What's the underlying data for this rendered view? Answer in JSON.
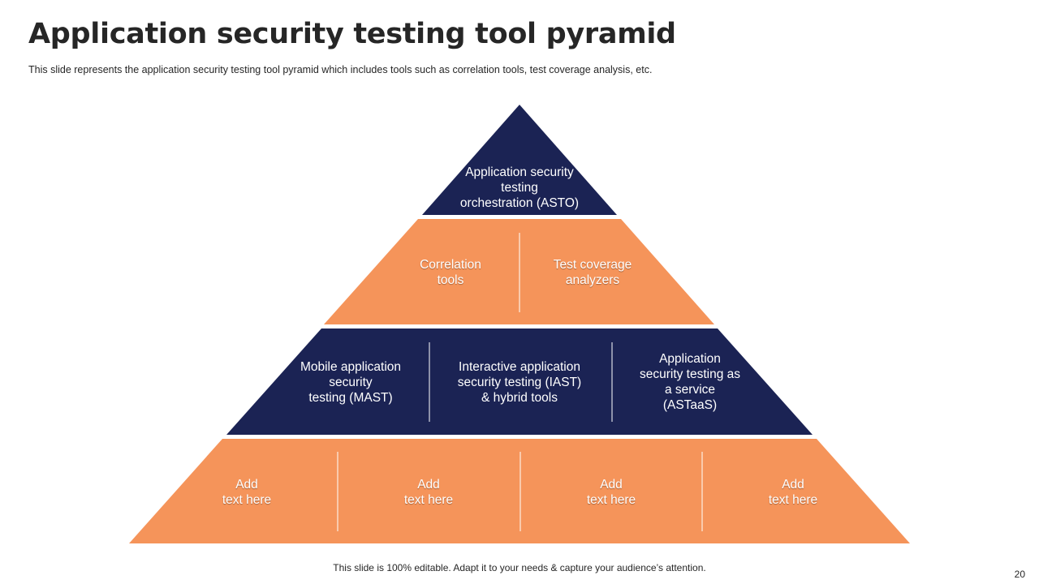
{
  "slide": {
    "title": "Application security testing tool pyramid",
    "subtitle": "This slide represents the application security testing tool pyramid which includes tools such as correlation tools, test coverage analysis, etc.",
    "footer": "This slide is 100% editable. Adapt it to your needs & capture your audience’s attention.",
    "page_number": "20"
  },
  "colors": {
    "navy": "#1b2354",
    "orange": "#f5945a",
    "text_dark": "#262626"
  },
  "pyramid": {
    "tier1": {
      "items": [
        "Application security\ntesting\norchestration (ASTO)"
      ]
    },
    "tier2": {
      "items": [
        "Correlation\ntools",
        "Test coverage\nanalyzers"
      ]
    },
    "tier3": {
      "items": [
        "Mobile application\nsecurity\ntesting (MAST)",
        "Interactive application\nsecurity testing (IAST)\n& hybrid tools",
        "Application\nsecurity testing as\na service\n(ASTaaS)"
      ]
    },
    "tier4": {
      "items": [
        "Add\ntext here",
        "Add\ntext here",
        "Add\ntext here",
        "Add\ntext here"
      ]
    }
  }
}
